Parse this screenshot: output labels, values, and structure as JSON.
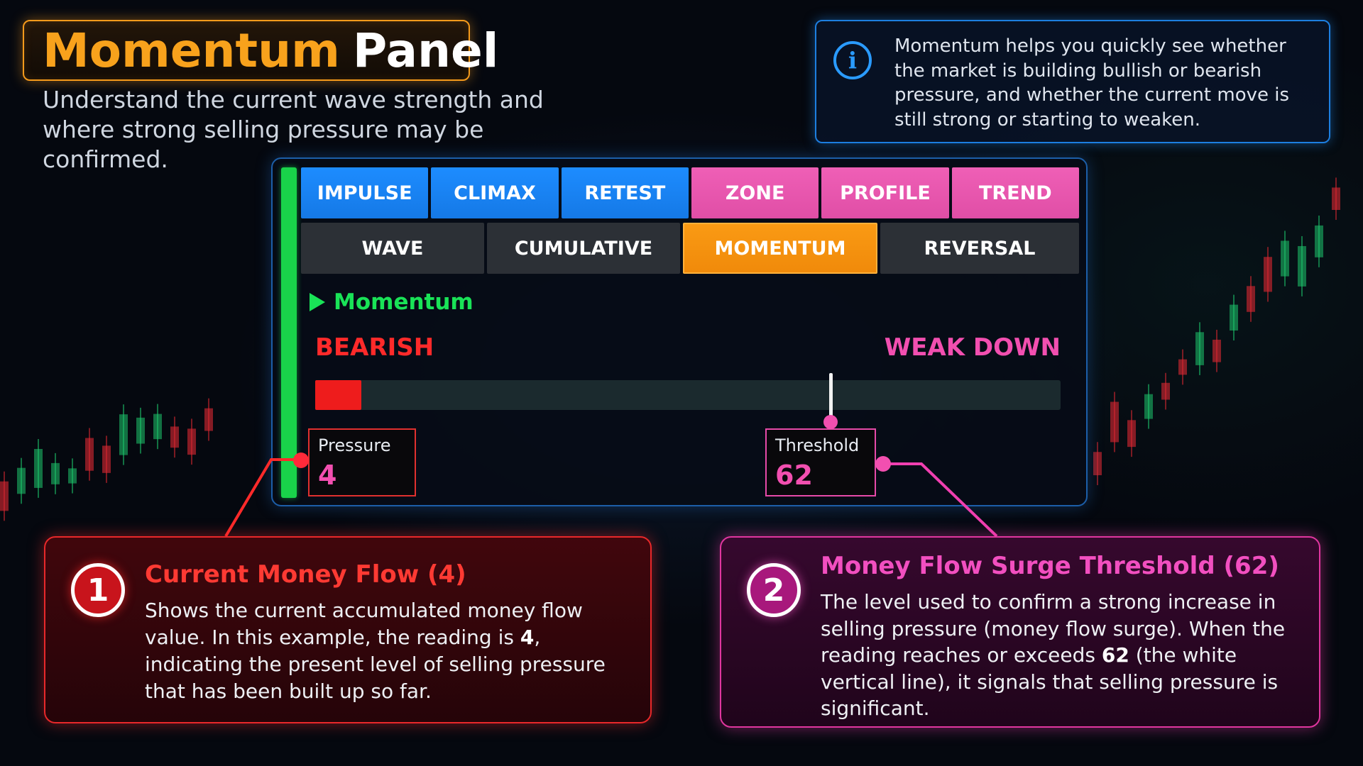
{
  "title": {
    "part1": "Momentum",
    "part2": "Panel"
  },
  "subtitle": "Understand the current wave strength and where strong selling pressure may be confirmed.",
  "info": {
    "icon": "info-icon",
    "text": "Momentum helps you quickly see whether the market is building bullish or bearish pressure, and whether the current move is still strong or starting to weaken."
  },
  "tabs_row1": [
    {
      "label": "IMPULSE",
      "color": "blue"
    },
    {
      "label": "CLIMAX",
      "color": "blue"
    },
    {
      "label": "RETEST",
      "color": "blue"
    },
    {
      "label": "ZONE",
      "color": "pink"
    },
    {
      "label": "PROFILE",
      "color": "pink"
    },
    {
      "label": "TREND",
      "color": "pink"
    }
  ],
  "tabs_row2": [
    {
      "label": "WAVE",
      "active": false
    },
    {
      "label": "CUMULATIVE",
      "active": false
    },
    {
      "label": "MOMENTUM",
      "active": true
    },
    {
      "label": "REVERSAL",
      "active": false
    }
  ],
  "section": {
    "label": "Momentum"
  },
  "meter": {
    "direction": "BEARISH",
    "state": "WEAK DOWN",
    "pressure_label": "Pressure",
    "pressure_value": "4",
    "threshold_label": "Threshold",
    "threshold_value": "62",
    "fill_fraction": 0.062,
    "threshold_fraction": 0.691,
    "colors": {
      "fill": "#ee1c1c",
      "bearish": "#ff2a2a",
      "state": "#f24fb0",
      "accent_green": "#19e357"
    }
  },
  "callout1": {
    "number": "1",
    "title": "Current Money Flow (4)",
    "body_1": "Shows the current accumulated money flow value. In this example, the reading is ",
    "body_bold": "4",
    "body_2": ", indicating the present level of selling pressure that has been built up so far."
  },
  "callout2": {
    "number": "2",
    "title": "Money Flow Surge Threshold (62)",
    "body_1": "The level used to confirm a strong increase in selling pressure (money flow surge). When the reading reaches or exceeds ",
    "body_bold": "62",
    "body_2": " (the white vertical line), it signals that selling pressure is significant."
  }
}
